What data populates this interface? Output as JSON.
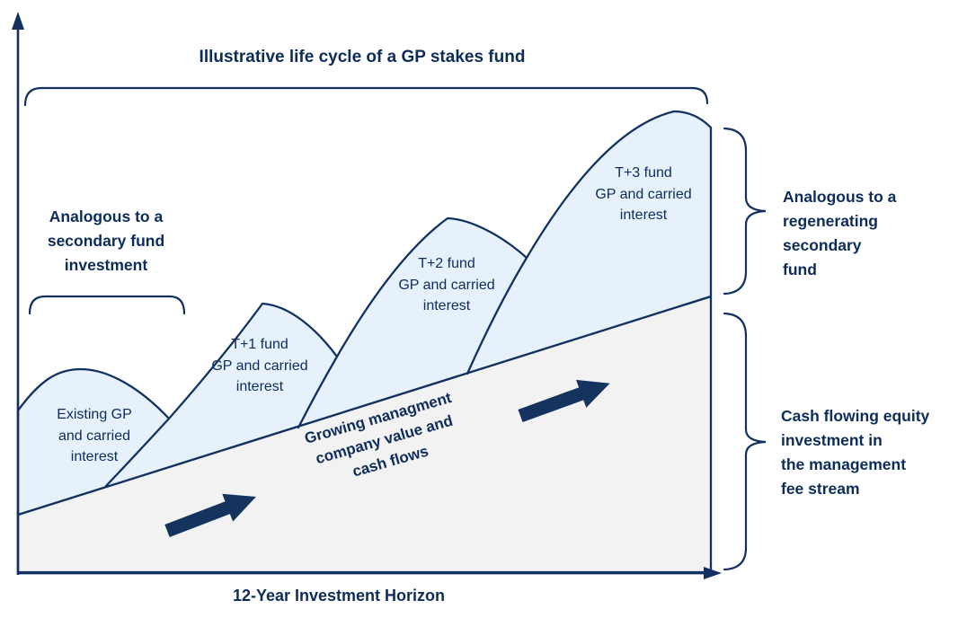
{
  "title": "Illustrative life cycle of a GP stakes fund",
  "left_annotation": {
    "label": "Analogous to a\nsecondary fund\ninvestment"
  },
  "humps": [
    {
      "label": "Existing GP\nand carried\ninterest"
    },
    {
      "label": "T+1 fund\nGP and carried\ninterest"
    },
    {
      "label": "T+2 fund\nGP and carried\ninterest"
    },
    {
      "label": "T+3 fund\nGP and carried\ninterest"
    }
  ],
  "diagonal_label": "Growing managment\ncompany value and\ncash flows",
  "right_annotations": [
    {
      "label": "Analogous to a\nregenerating\nsecondary\nfund"
    },
    {
      "label": "Cash flowing equity\ninvestment in\nthe management\nfee stream"
    }
  ],
  "x_axis_label": "12-Year Investment Horizon",
  "colors": {
    "navy": "#123160",
    "text_navy": "#0d2c5a",
    "hump_fill": "#e6f1fc",
    "fee_stream_fill": "#f2f2f2"
  }
}
